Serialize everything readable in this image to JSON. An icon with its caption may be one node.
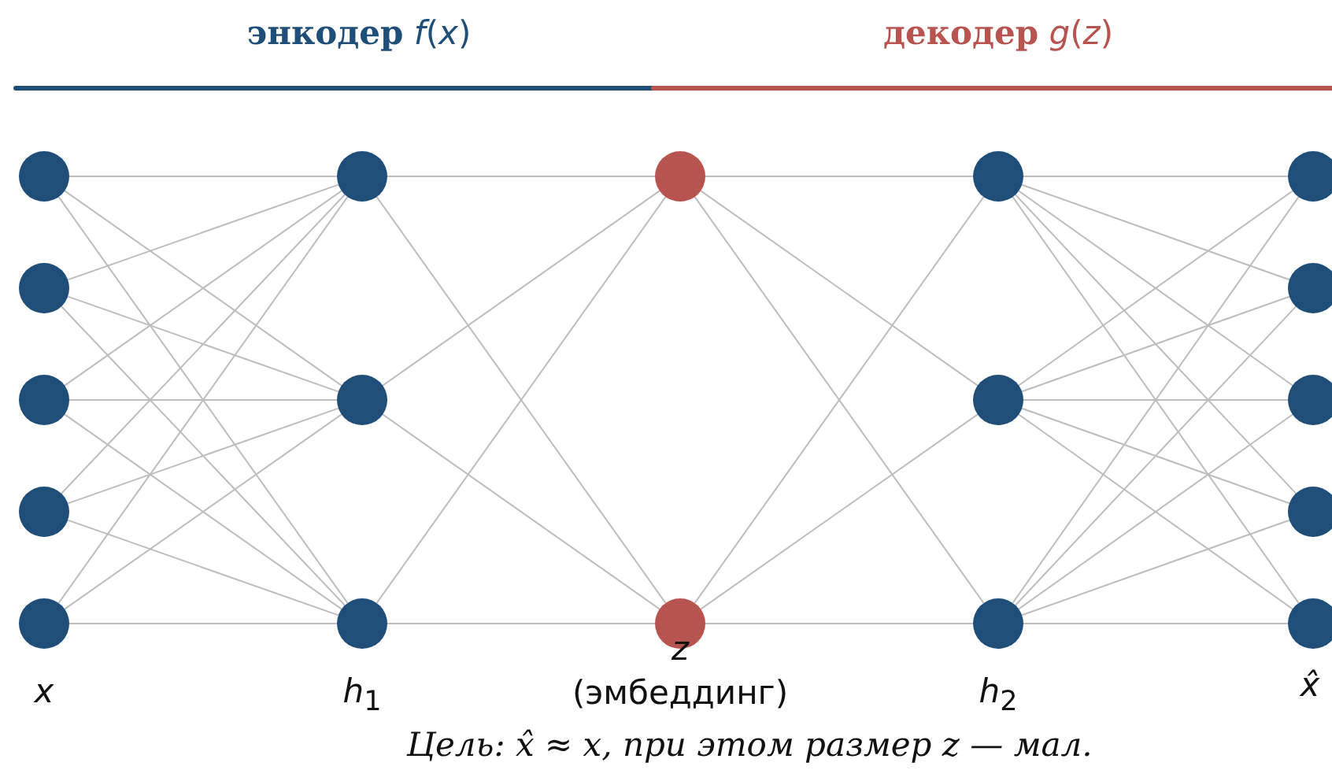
{
  "diagram": {
    "caption": "Цель: x̂ ≈ x, при этом размер z — мал.",
    "nodes": [
      {
        "text": [],
        "shape": "circle"
      },
      {
        "text": [],
        "shape": "circle"
      },
      {
        "text": [],
        "shape": "circle"
      },
      {
        "text": [],
        "shape": "circle"
      },
      {
        "text": [],
        "shape": "circle"
      },
      {
        "text": [],
        "shape": "circle"
      },
      {
        "text": [],
        "shape": "circle"
      },
      {
        "text": [],
        "shape": "circle"
      },
      {
        "text": [],
        "shape": "circle"
      },
      {
        "text": [],
        "shape": "circle"
      },
      {
        "text": [],
        "shape": "circle"
      },
      {
        "text": [],
        "shape": "circle"
      },
      {
        "text": [],
        "shape": "circle"
      },
      {
        "text": [],
        "shape": "circle"
      },
      {
        "text": [],
        "shape": "circle"
      },
      {
        "text": [],
        "shape": "circle"
      },
      {
        "text": [],
        "shape": "circle"
      },
      {
        "text": [],
        "shape": "circle"
      }
    ],
    "edges": [
      {
        "from": 0,
        "to": 5,
        "arrow": "none"
      },
      {
        "from": 0,
        "to": 6,
        "arrow": "none"
      },
      {
        "from": 0,
        "to": 7,
        "arrow": "none"
      },
      {
        "from": 1,
        "to": 5,
        "arrow": "none"
      },
      {
        "from": 1,
        "to": 6,
        "arrow": "none"
      },
      {
        "from": 1,
        "to": 7,
        "arrow": "none"
      },
      {
        "from": 2,
        "to": 5,
        "arrow": "none"
      },
      {
        "from": 2,
        "to": 6,
        "arrow": "none"
      },
      {
        "from": 2,
        "to": 7,
        "arrow": "none"
      },
      {
        "from": 3,
        "to": 5,
        "arrow": "none"
      },
      {
        "from": 3,
        "to": 6,
        "arrow": "none"
      },
      {
        "from": 3,
        "to": 7,
        "arrow": "none"
      },
      {
        "from": 4,
        "to": 5,
        "arrow": "none"
      },
      {
        "from": 4,
        "to": 6,
        "arrow": "none"
      },
      {
        "from": 4,
        "to": 7,
        "arrow": "none"
      },
      {
        "from": 5,
        "to": 8,
        "arrow": "none"
      },
      {
        "from": 5,
        "to": 9,
        "arrow": "none"
      },
      {
        "from": 6,
        "to": 8,
        "arrow": "none"
      },
      {
        "from": 6,
        "to": 9,
        "arrow": "none"
      },
      {
        "from": 7,
        "to": 8,
        "arrow": "none"
      },
      {
        "from": 7,
        "to": 9,
        "arrow": "none"
      },
      {
        "from": 8,
        "to": 10,
        "arrow": "none"
      },
      {
        "from": 8,
        "to": 11,
        "arrow": "none"
      },
      {
        "from": 8,
        "to": 12,
        "arrow": "none"
      },
      {
        "from": 9,
        "to": 10,
        "arrow": "none"
      },
      {
        "from": 9,
        "to": 11,
        "arrow": "none"
      },
      {
        "from": 9,
        "to": 12,
        "arrow": "none"
      },
      {
        "from": 10,
        "to": 13,
        "arrow": "none"
      },
      {
        "from": 10,
        "to": 14,
        "arrow": "none"
      },
      {
        "from": 10,
        "to": 15,
        "arrow": "none"
      },
      {
        "from": 10,
        "to": 16,
        "arrow": "none"
      },
      {
        "from": 10,
        "to": 17,
        "arrow": "none"
      },
      {
        "from": 11,
        "to": 13,
        "arrow": "none"
      },
      {
        "from": 11,
        "to": 14,
        "arrow": "none"
      },
      {
        "from": 11,
        "to": 15,
        "arrow": "none"
      },
      {
        "from": 11,
        "to": 16,
        "arrow": "none"
      },
      {
        "from": 11,
        "to": 17,
        "arrow": "none"
      },
      {
        "from": 12,
        "to": 13,
        "arrow": "none"
      },
      {
        "from": 12,
        "to": 14,
        "arrow": "none"
      },
      {
        "from": 12,
        "to": 15,
        "arrow": "none"
      },
      {
        "from": 12,
        "to": 16,
        "arrow": "none"
      },
      {
        "from": 12,
        "to": 17,
        "arrow": "none"
      }
    ],
    "labels": [
      "**энкодер** *f*(*x*)",
      "**декодер** *g*(*z*)",
      "x",
      "*h*$_{1}$",
      "z",
      "(эмбеддинг)",
      "*h*$_{2}$",
      "x̂"
    ]
  }
}
